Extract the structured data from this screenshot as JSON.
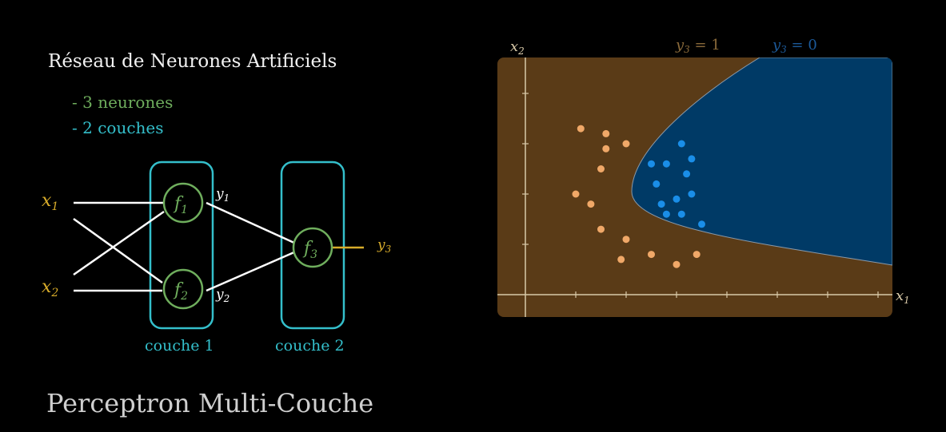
{
  "title": "Réseau de Neurones Artificiels",
  "bullets": [
    "- 3 neurones",
    "- 2 couches"
  ],
  "subtitle": "Perceptron Multi-Couche",
  "network": {
    "inputs": [
      "x",
      "x"
    ],
    "input_subs": [
      "1",
      "2"
    ],
    "neurons": [
      {
        "label": "f",
        "sub": "1",
        "out": "y",
        "out_sub": "1"
      },
      {
        "label": "f",
        "sub": "2",
        "out": "y",
        "out_sub": "2"
      },
      {
        "label": "f",
        "sub": "3",
        "out": "y",
        "out_sub": "3"
      }
    ],
    "layers": [
      "couche 1",
      "couche 2"
    ]
  },
  "plot": {
    "x_axis_label": "x",
    "x_axis_sub": "1",
    "y_axis_label": "x",
    "y_axis_sub": "2",
    "region_labels": [
      {
        "text": "y",
        "sub": "3",
        "eq": " = 1"
      },
      {
        "text": "y",
        "sub": "3",
        "eq": " = 0"
      }
    ],
    "colors": {
      "bg_region": "#5a3b17",
      "blue_region": "#003a66",
      "orange_point": "#f0a868",
      "blue_point": "#1a8ee8"
    }
  },
  "chart_data": {
    "type": "scatter",
    "xlabel": "x1",
    "ylabel": "x2",
    "xlim": [
      0,
      7
    ],
    "ylim": [
      0,
      4.5
    ],
    "series": [
      {
        "name": "y3 = 1",
        "points": [
          [
            1.1,
            3.3
          ],
          [
            1.6,
            3.2
          ],
          [
            2.0,
            3.0
          ],
          [
            1.6,
            2.9
          ],
          [
            1.5,
            2.5
          ],
          [
            1.0,
            2.0
          ],
          [
            1.3,
            1.8
          ],
          [
            1.5,
            1.3
          ],
          [
            2.0,
            1.1
          ],
          [
            1.9,
            0.7
          ],
          [
            2.5,
            0.8
          ],
          [
            3.0,
            0.6
          ],
          [
            3.4,
            0.8
          ]
        ]
      },
      {
        "name": "y3 = 0",
        "points": [
          [
            2.5,
            2.6
          ],
          [
            2.8,
            2.6
          ],
          [
            3.1,
            3.0
          ],
          [
            3.3,
            2.7
          ],
          [
            3.2,
            2.4
          ],
          [
            2.6,
            2.2
          ],
          [
            2.7,
            1.8
          ],
          [
            3.0,
            1.9
          ],
          [
            3.3,
            2.0
          ],
          [
            2.8,
            1.6
          ],
          [
            3.1,
            1.6
          ],
          [
            3.5,
            1.4
          ]
        ]
      }
    ]
  }
}
